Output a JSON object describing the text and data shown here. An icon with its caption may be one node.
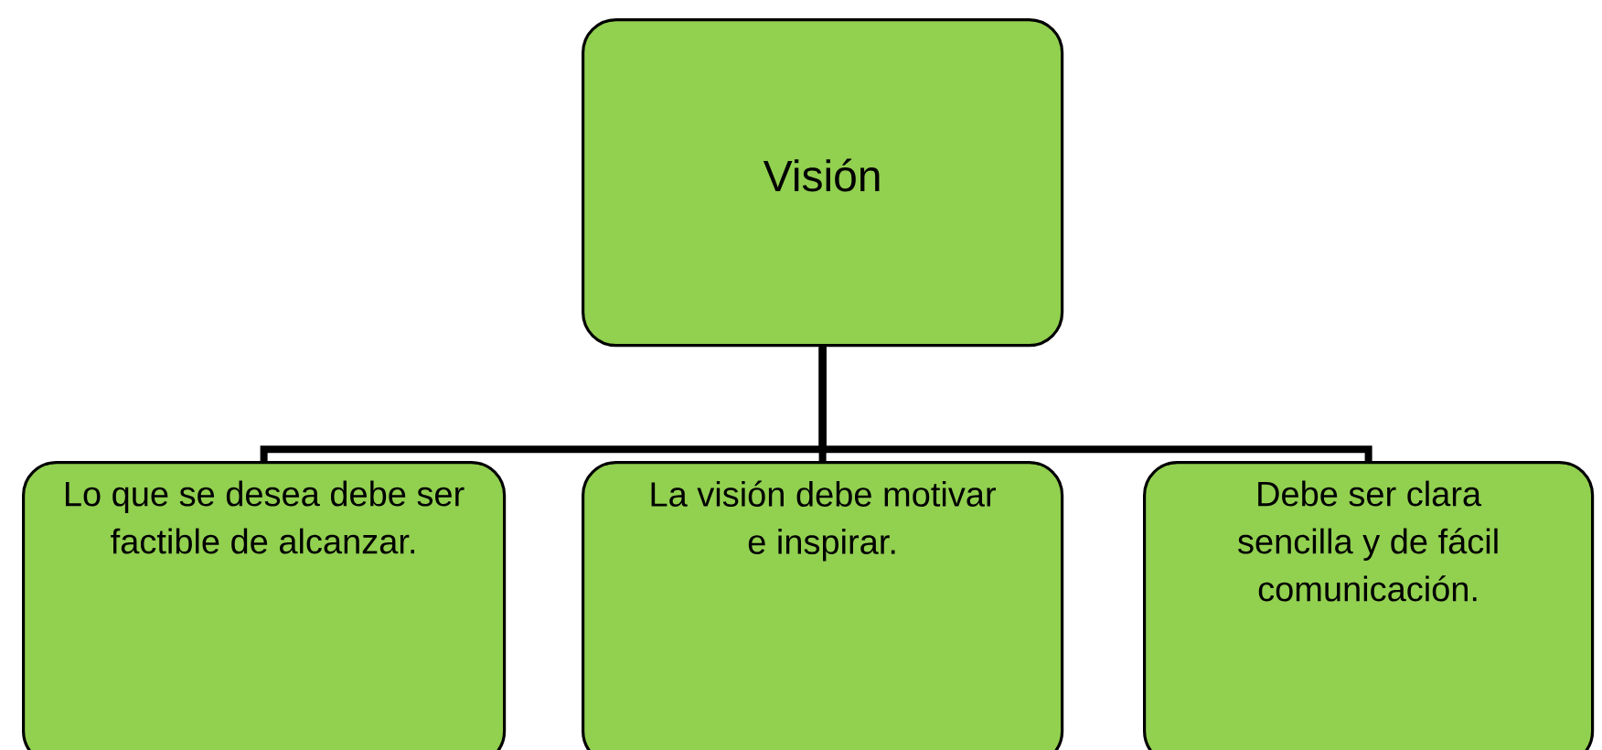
{
  "diagram": {
    "nodes": [
      {
        "text": [
          "Visión"
        ]
      },
      {
        "text": [
          "Lo que se desea debe ser factible de alcanzar."
        ]
      },
      {
        "text": [
          "La visión debe motivar e inspirar."
        ]
      },
      {
        "text": [
          "Debe ser clara sencilla y de fácil comunicación."
        ]
      }
    ],
    "edges": [
      {
        "from": 0,
        "to": 1,
        "arrow": "none"
      },
      {
        "from": 0,
        "to": 2,
        "arrow": "none"
      },
      {
        "from": 0,
        "to": 3,
        "arrow": "none"
      }
    ]
  }
}
